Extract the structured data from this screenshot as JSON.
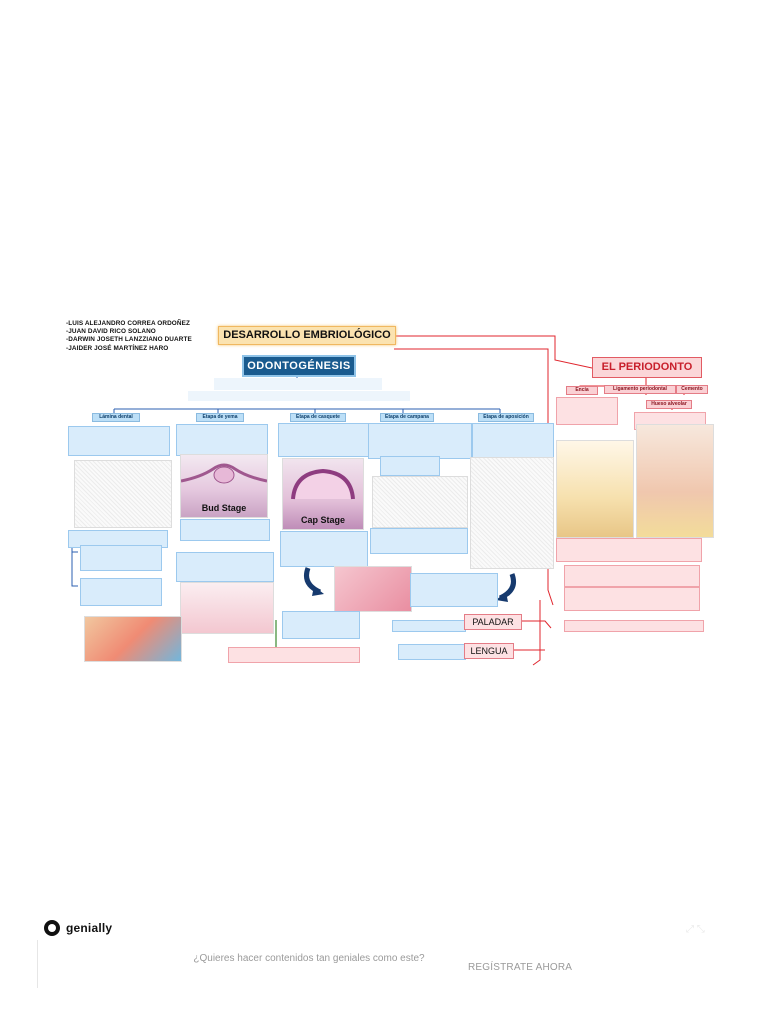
{
  "authors": [
    "-LUIS ALEJANDRO CORREA ORDOÑEZ",
    "-JUAN DAVID RICO SOLANO",
    "-DARWIN JOSETH LANZZIANO DUARTE",
    "-JAIDER JOSÉ MARTÍNEZ HARO"
  ],
  "titles": {
    "main": "DESARROLLO EMBRIOLÓGICO",
    "odontogenesis": "ODONTOGÉNESIS",
    "periodonto": "EL PERIODONTO"
  },
  "stages": {
    "lamina": "Lámina dental",
    "yema": "Etapa de yema",
    "casquete": "Etapa de casquete",
    "campana": "Etapa de campana",
    "aposicion": "Etapa de aposición"
  },
  "image_captions": {
    "bud": "Bud Stage",
    "cap": "Cap Stage"
  },
  "periodonto_parts": {
    "encia": "Encía",
    "ligamento": "Ligamento periodontal",
    "cemento": "Cemento",
    "hueso": "Hueso alveolar"
  },
  "branches": {
    "paladar": "PALADAR",
    "lengua": "LENGUA"
  },
  "footer": {
    "brand": "genially",
    "cta": "¿Quieres hacer contenidos tan geniales como este?",
    "button": "REGÍSTRATE AHORA"
  },
  "colors": {
    "connector_red": "#e0262e",
    "odonto_blue": "#1a5b8f",
    "title_yellow": "#fbe3b0"
  }
}
